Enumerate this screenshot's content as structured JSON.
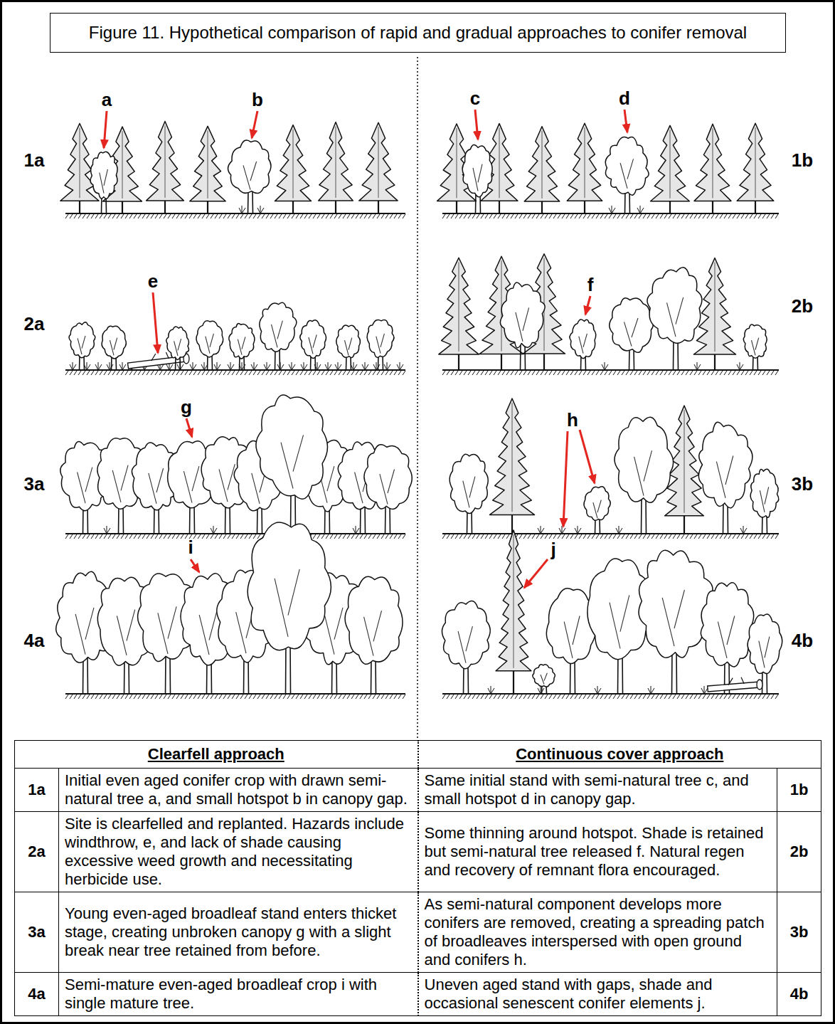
{
  "diagram": {
    "title": "Figure 11. Hypothetical comparison of rapid and gradual approaches to conifer removal",
    "labels": [
      "a",
      "b",
      "c",
      "d",
      "1a",
      "1b",
      "e",
      "2a",
      "f",
      "2b",
      "g",
      "3a",
      "h",
      "3b",
      "i",
      "4a",
      "j",
      "4b",
      "Clearfell approach",
      "Continuous cover approach",
      "1a",
      "Initial even aged conifer crop with drawn semi-natural tree a, and small hotspot b in canopy gap.",
      "Same initial stand with semi-natural tree c, and small hotspot d in canopy gap.",
      "1b",
      "2a",
      "Site is clearfelled and replanted. Hazards include windthrow, e, and lack of shade causing excessive weed growth and necessitating herbicide use.",
      "Some thinning around hotspot. Shade is retained but semi-natural tree released f. Natural regen and recovery of remnant flora encouraged.",
      "2b",
      "3a",
      "Young even-aged broadleaf stand enters thicket stage, creating unbroken canopy g with a slight break near tree retained from before.",
      "As semi-natural component develops more conifers are removed, creating a spreading patch of broadleaves interspersed with open ground and conifers h.",
      "3b",
      "4a",
      "Semi-mature even-aged broadleaf crop i with single mature tree.",
      "Uneven aged stand with gaps, shade and occasional senescent conifer elements j.",
      "4b"
    ]
  }
}
